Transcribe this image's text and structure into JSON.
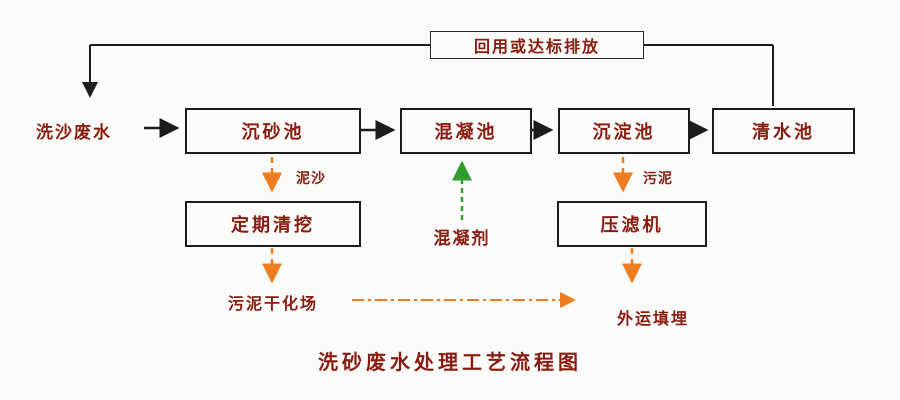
{
  "diagram": {
    "title": "洗砂废水处理工艺流程图",
    "top_label": "回用或达标排放",
    "influent_label": "洗沙废水",
    "boxes": {
      "grit": "沉砂池",
      "coagulation": "混凝池",
      "sedimentation": "沉淀池",
      "clear_water": "清水池",
      "dredging": "定期清挖",
      "filter_press": "压滤机"
    },
    "annotations": {
      "sediment": "泥沙",
      "sludge": "污泥",
      "coagulant": "混凝剂",
      "drying_field": "污泥干化场",
      "landfill": "外运填埋"
    },
    "colors": {
      "text": "#8a1c0f",
      "line": "#1c1c1c",
      "orange_dashed": "#ef7c1e",
      "green_dashed": "#2f9e2f",
      "background": "#fbfbfa"
    }
  }
}
